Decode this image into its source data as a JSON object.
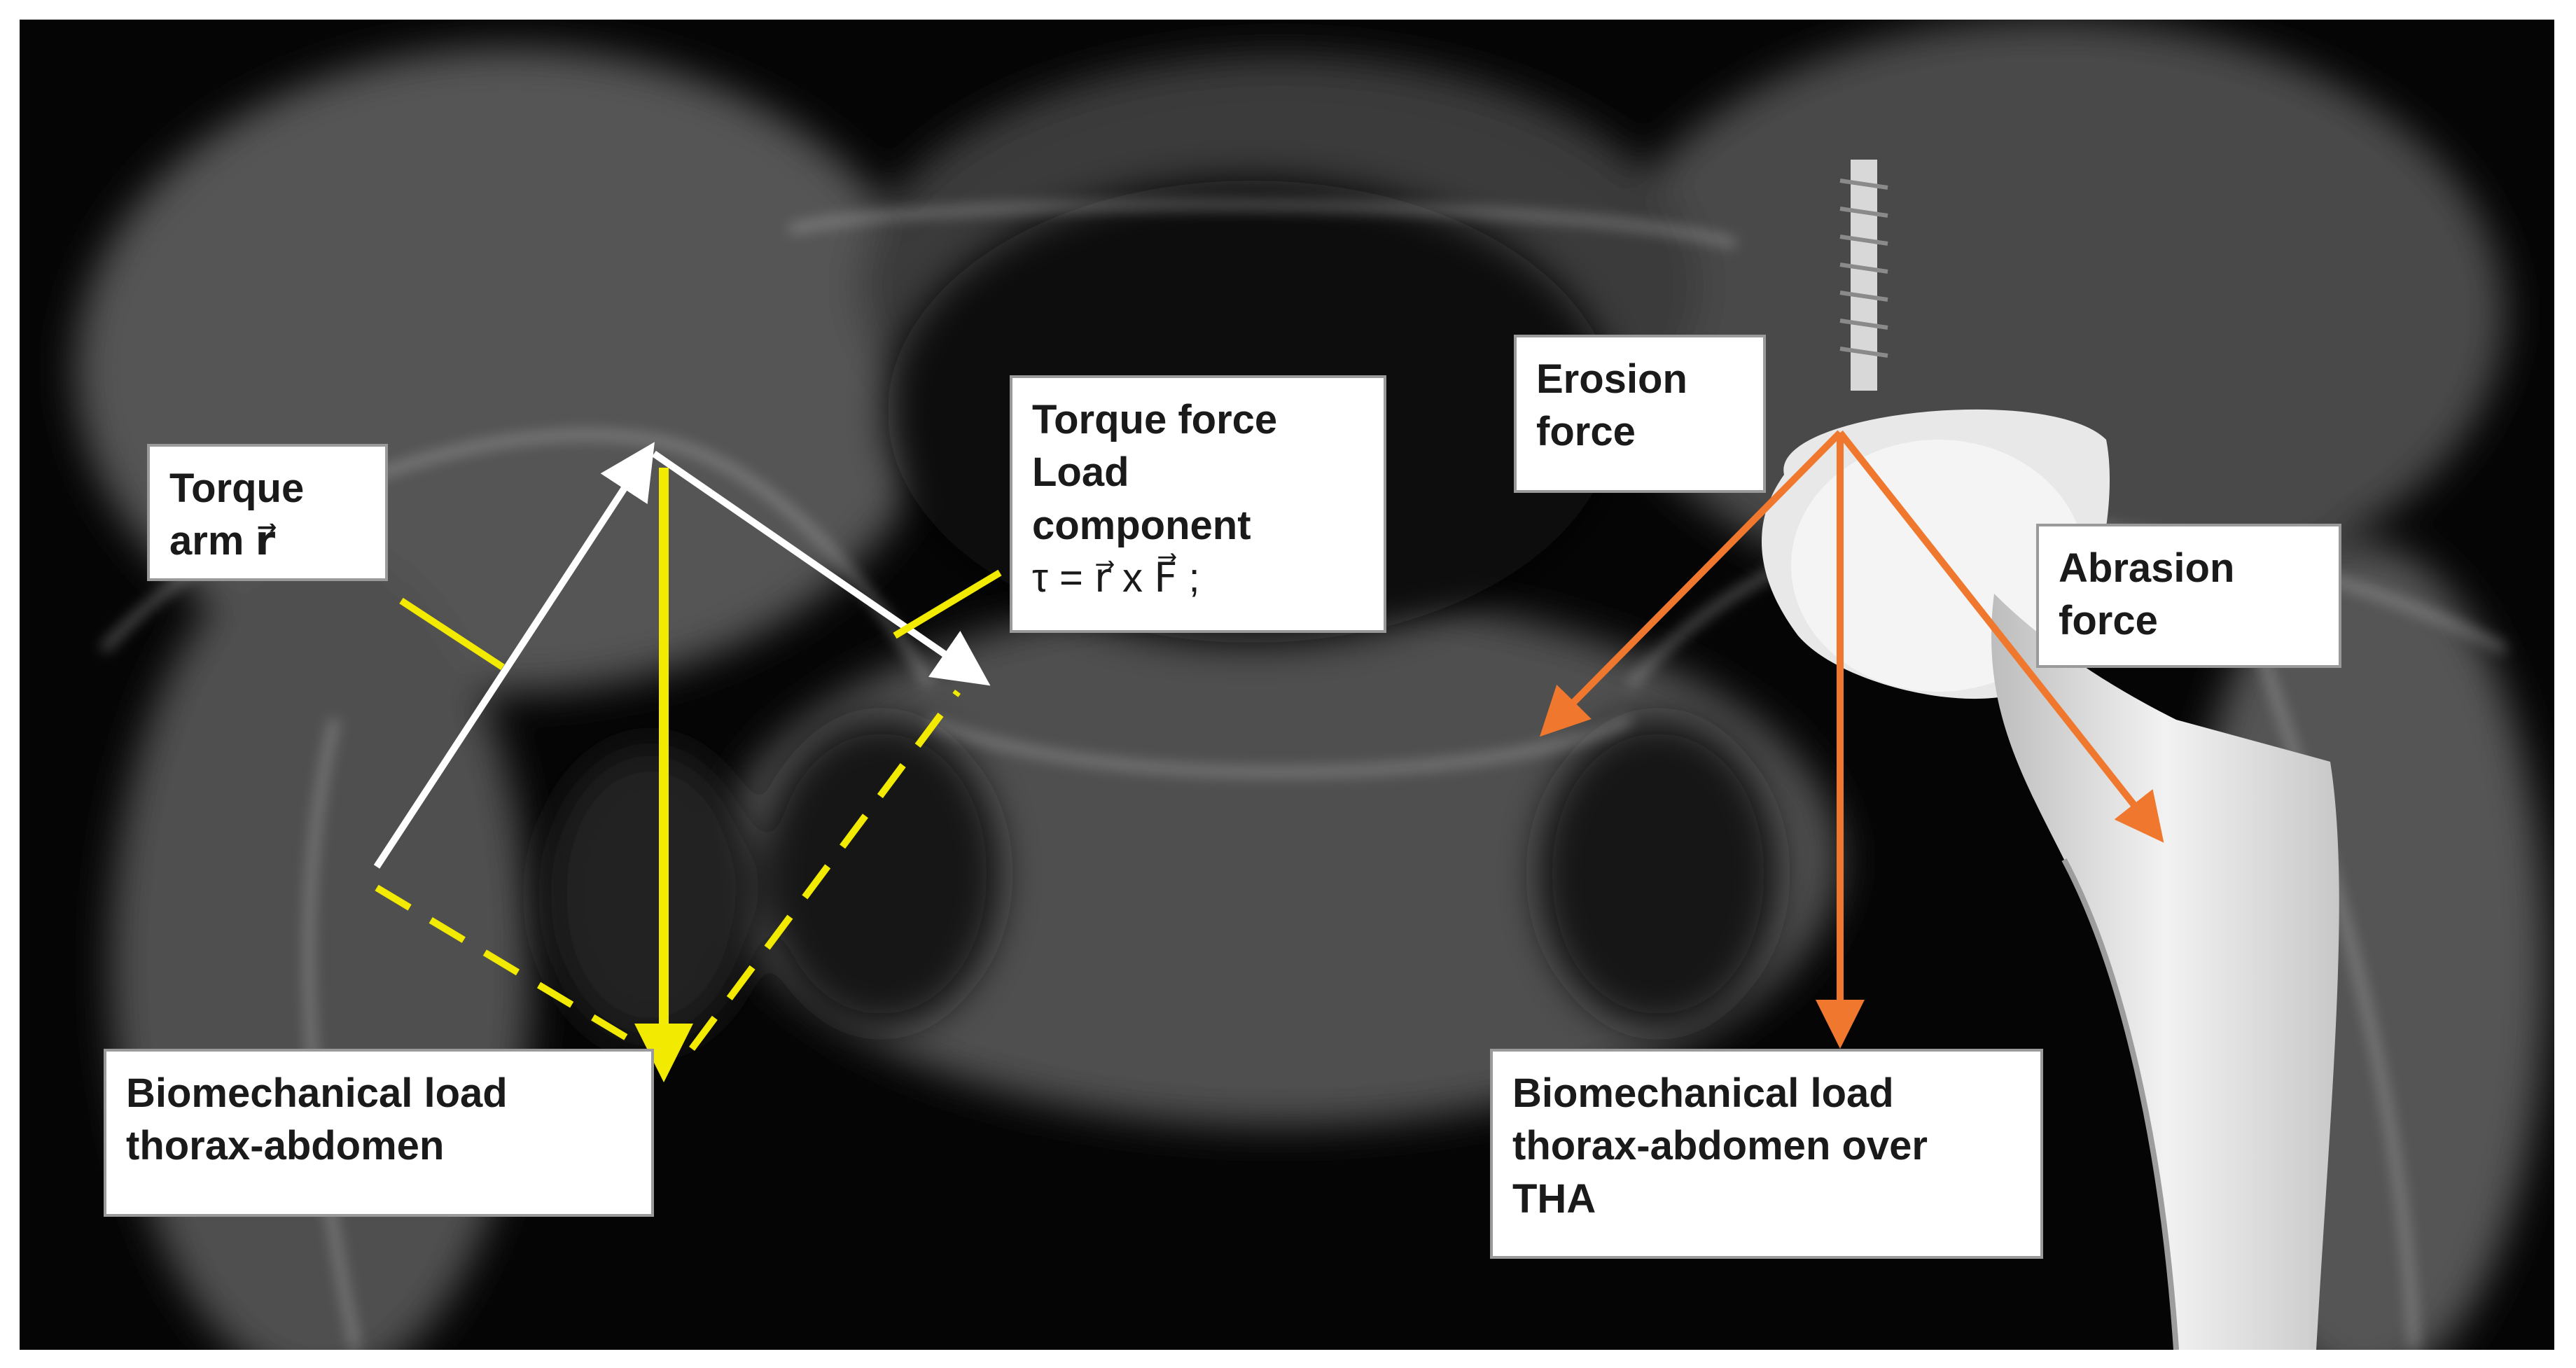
{
  "labels": {
    "torque_arm": {
      "line1": "Torque",
      "line2": "arm  r⃗"
    },
    "torque_force": {
      "line1": "Torque force",
      "line2": "Load",
      "line3": "component",
      "line4": "τ = r⃗ x F⃗ ;"
    },
    "erosion_force": {
      "line1": "Erosion",
      "line2": "force"
    },
    "abrasion_force": {
      "line1": "Abrasion",
      "line2": "force"
    },
    "load_left": {
      "line1": "Biomechanical load",
      "line2": "thorax-abdomen"
    },
    "load_right": {
      "line1": "Biomechanical load",
      "line2": "thorax-abdomen over",
      "line3": "THA"
    }
  },
  "colors": {
    "vector_white": "#ffffff",
    "vector_yellow": "#f2ea00",
    "vector_orange": "#f0782e",
    "implant": "#e6e6e6",
    "bone": "#8a8a8a"
  }
}
